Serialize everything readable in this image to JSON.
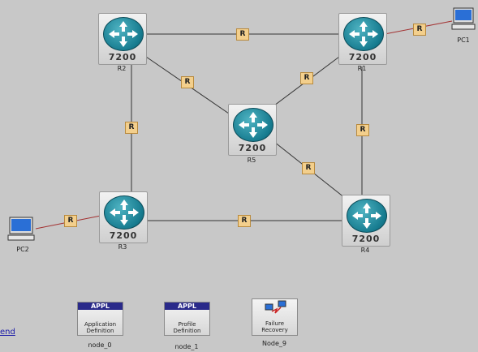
{
  "routers": [
    {
      "id": "R2",
      "model": "7200"
    },
    {
      "id": "R1",
      "model": "7200"
    },
    {
      "id": "R5",
      "model": "7200"
    },
    {
      "id": "R3",
      "model": "7200"
    },
    {
      "id": "R4",
      "model": "7200"
    }
  ],
  "pcs": [
    {
      "id": "PC1"
    },
    {
      "id": "PC2"
    }
  ],
  "link_marker": "R",
  "utilities": [
    {
      "header": "APPL",
      "line1": "Application",
      "line2": "Definition",
      "label": "node_0"
    },
    {
      "header": "APPL",
      "line1": "Profile",
      "line2": "Definition",
      "label": "node_1"
    },
    {
      "header": "",
      "line1": "Failure",
      "line2": "Recovery",
      "label": "Node_9"
    }
  ],
  "legend_link": "end",
  "colors": {
    "background": "#c8c8c8",
    "router": "#167b8f",
    "link": "#333333",
    "pc_link": "#a33232",
    "link_badge": "#f3cf8c"
  }
}
